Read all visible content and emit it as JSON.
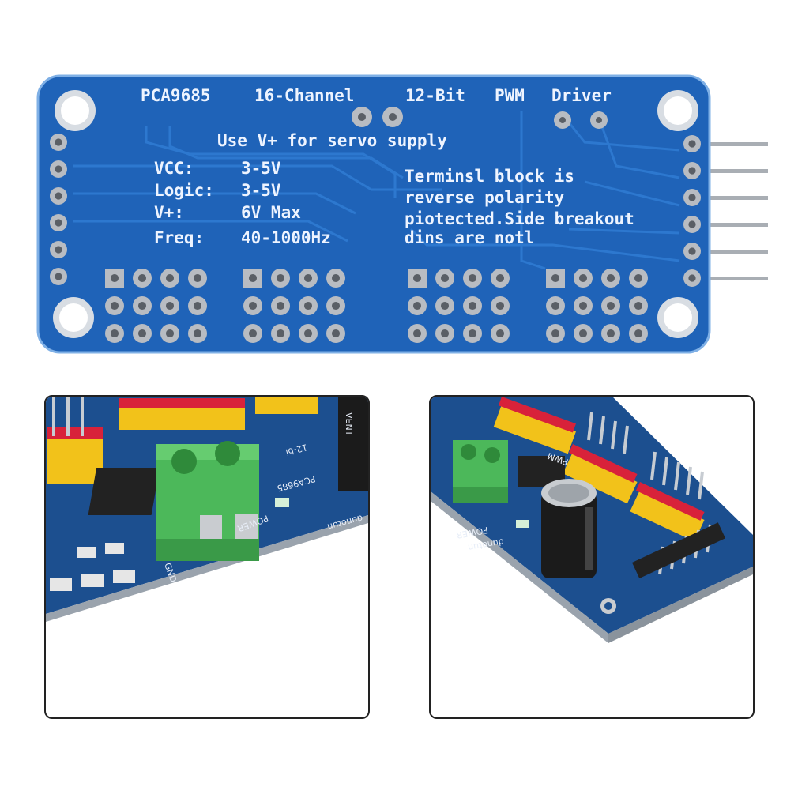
{
  "board": {
    "title_part": "PCA9685",
    "title_channels": "16-Channel",
    "title_bits": "12-Bit",
    "title_pwm": "PWM",
    "title_driver": "Driver",
    "supply_note": "Use V+ for servo supply",
    "specs": [
      {
        "label": "VCC:",
        "value": "3-5V"
      },
      {
        "label": "Logic:",
        "value": "3-5V"
      },
      {
        "label": "V+:",
        "value": "6V Max"
      },
      {
        "label": "Freq:",
        "value": "40-1000Hz"
      }
    ],
    "terminal_note": [
      "Terminsl block is",
      "reverse polarity",
      "piotected.Side breakout",
      "dins are notl"
    ],
    "colors": {
      "pcb": "#1f63b8",
      "pcb_dark": "#164f99",
      "silkscreen": "#eef4ff",
      "pad": "#b8bcc2",
      "header_yellow": "#f2c21a",
      "header_red": "#d8223a",
      "terminal_green": "#4cb85a"
    }
  },
  "left_inset": {
    "silk_gnd": "GND",
    "silk_power": "POWER",
    "silk_brand": "dunotun",
    "silk_chip": "PCA9685",
    "silk_bits": "12-bi",
    "silk_cap": "VENT"
  },
  "right_inset": {
    "silk_power": "POWER",
    "silk_brand": "dunotun",
    "silk_pwm": "PWM"
  }
}
